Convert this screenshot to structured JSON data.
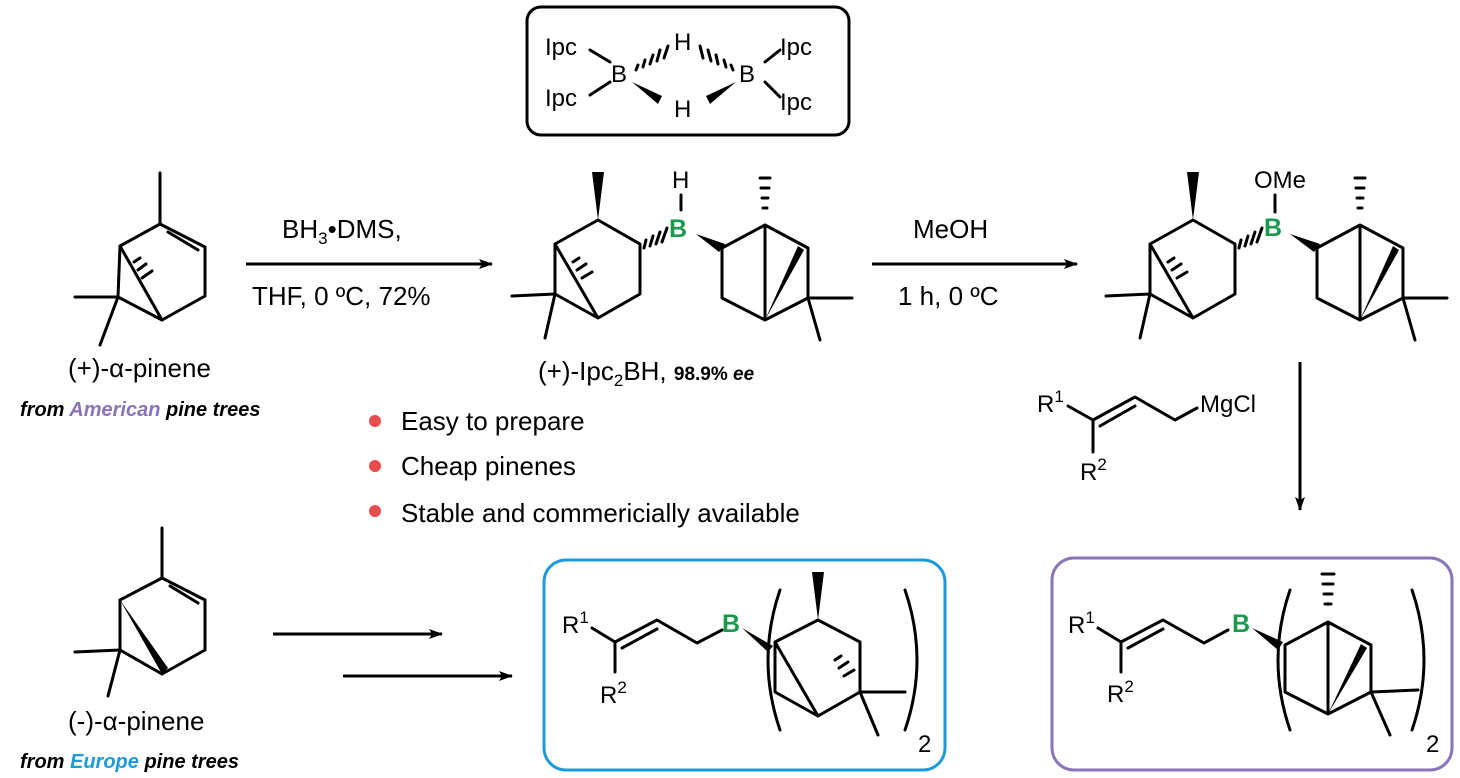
{
  "colors": {
    "boron": "#1a9a4e",
    "american": "#8a73b8",
    "europe": "#1d9ad8",
    "bullet": "#e84c4c",
    "box_blue": "#1d9ad8",
    "box_purple": "#8a73b8"
  },
  "dimer": {
    "ipc": "Ipc",
    "b": "B",
    "h": "H"
  },
  "reagents1": {
    "line1_prefix": "BH",
    "line1_sub": "3",
    "line1_suffix": "•DMS,",
    "line2": "THF, 0 ºC, 72%"
  },
  "reagents2": {
    "line1": "MeOH",
    "line2": "1 h, 0 ºC"
  },
  "pinene_plus": {
    "label": "(+)-α-pinene",
    "source_prefix": "from ",
    "source_highlight": "American",
    "source_suffix": " pine trees"
  },
  "pinene_minus": {
    "label": "(-)-α-pinene",
    "source_prefix": "from ",
    "source_highlight": "Europe",
    "source_suffix": " pine trees"
  },
  "ipc2bh": {
    "prefix": "(+)-Ipc",
    "sub": "2",
    "suffix": "BH, ",
    "ee": "98.9% ",
    "ee_italic": "ee",
    "h": "H",
    "b": "B"
  },
  "methoxy": {
    "label": "OMe",
    "b": "B"
  },
  "bullets": [
    "Easy to prepare",
    "Cheap pinenes",
    "Stable and commericially available"
  ],
  "grignard": {
    "r1": "R",
    "r1_sup": "1",
    "r2": "R",
    "r2_sup": "2",
    "mgcl": "MgCl"
  },
  "product": {
    "r1": "R",
    "r1_sup": "1",
    "r2": "R",
    "r2_sup": "2",
    "b": "B",
    "subscript": "2"
  }
}
